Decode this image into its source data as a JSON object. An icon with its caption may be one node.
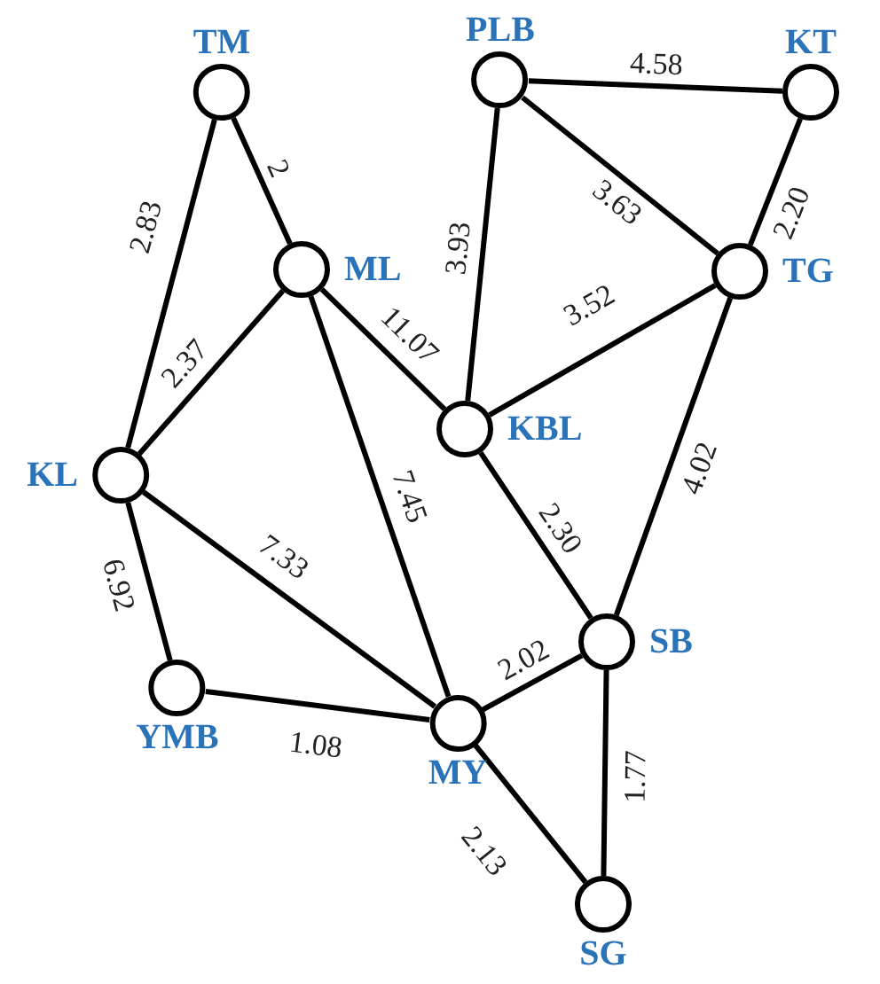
{
  "diagram": {
    "nodes": [
      {
        "text": [
          "TM"
        ]
      },
      {
        "text": [
          "ML"
        ]
      },
      {
        "text": [
          "KL"
        ]
      },
      {
        "text": [
          "YMB"
        ]
      },
      {
        "text": [
          "MY"
        ]
      },
      {
        "text": [
          "PLB"
        ]
      },
      {
        "text": [
          "KT"
        ]
      },
      {
        "text": [
          "TG"
        ]
      },
      {
        "text": [
          "KBL"
        ]
      },
      {
        "text": [
          "SB"
        ]
      },
      {
        "text": [
          "SG"
        ]
      }
    ],
    "edges": [
      {
        "from": 0,
        "to": 2,
        "arrow": "none",
        "label": "2.83"
      },
      {
        "from": 0,
        "to": 1,
        "arrow": "none",
        "label": "2"
      },
      {
        "from": 1,
        "to": 2,
        "arrow": "none",
        "label": "2.37"
      },
      {
        "from": 1,
        "to": 8,
        "arrow": "none",
        "label": "11.07"
      },
      {
        "from": 1,
        "to": 4,
        "arrow": "none",
        "label": "7.45"
      },
      {
        "from": 2,
        "to": 4,
        "arrow": "none",
        "label": "7.33"
      },
      {
        "from": 2,
        "to": 3,
        "arrow": "none",
        "label": "6.92"
      },
      {
        "from": 3,
        "to": 4,
        "arrow": "none",
        "label": "1.08"
      },
      {
        "from": 4,
        "to": 9,
        "arrow": "none",
        "label": "2.02"
      },
      {
        "from": 4,
        "to": 10,
        "arrow": "none",
        "label": "2.13"
      },
      {
        "from": 9,
        "to": 10,
        "arrow": "none",
        "label": "1.77"
      },
      {
        "from": 8,
        "to": 9,
        "arrow": "none",
        "label": "2.30"
      },
      {
        "from": 7,
        "to": 9,
        "arrow": "none",
        "label": "4.02"
      },
      {
        "from": 5,
        "to": 8,
        "arrow": "none",
        "label": "3.93"
      },
      {
        "from": 5,
        "to": 7,
        "arrow": "none",
        "label": "3.63"
      },
      {
        "from": 5,
        "to": 6,
        "arrow": "none",
        "label": "4.58"
      },
      {
        "from": 6,
        "to": 7,
        "arrow": "none",
        "label": "2.20"
      },
      {
        "from": 8,
        "to": 7,
        "arrow": "none",
        "label": "3.52"
      }
    ]
  }
}
